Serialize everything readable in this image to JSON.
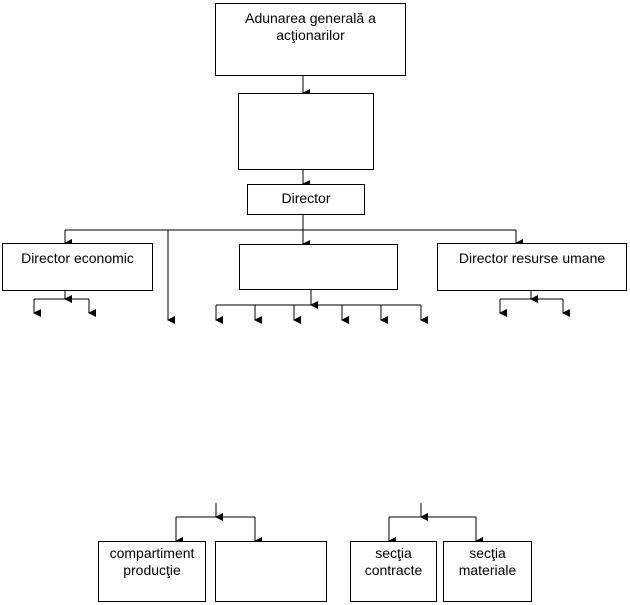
{
  "nodes": {
    "aga": {
      "line1": "Adunarea generală a",
      "line2": "acţionarilor"
    },
    "director": {
      "label": "Director"
    },
    "director_economic": {
      "label": "Director economic"
    },
    "director_resurse_umane": {
      "label": "Director resurse umane"
    },
    "compartiment": {
      "line1": "compartiment",
      "line2": "producţie"
    },
    "sectia_contracte": {
      "line1": "secţia",
      "line2": "contracte"
    },
    "sectia_materiale": {
      "line1": "secţia",
      "line2": "materiale"
    }
  },
  "colors": {
    "line": "#000000",
    "box_fill": "#ffffff"
  }
}
